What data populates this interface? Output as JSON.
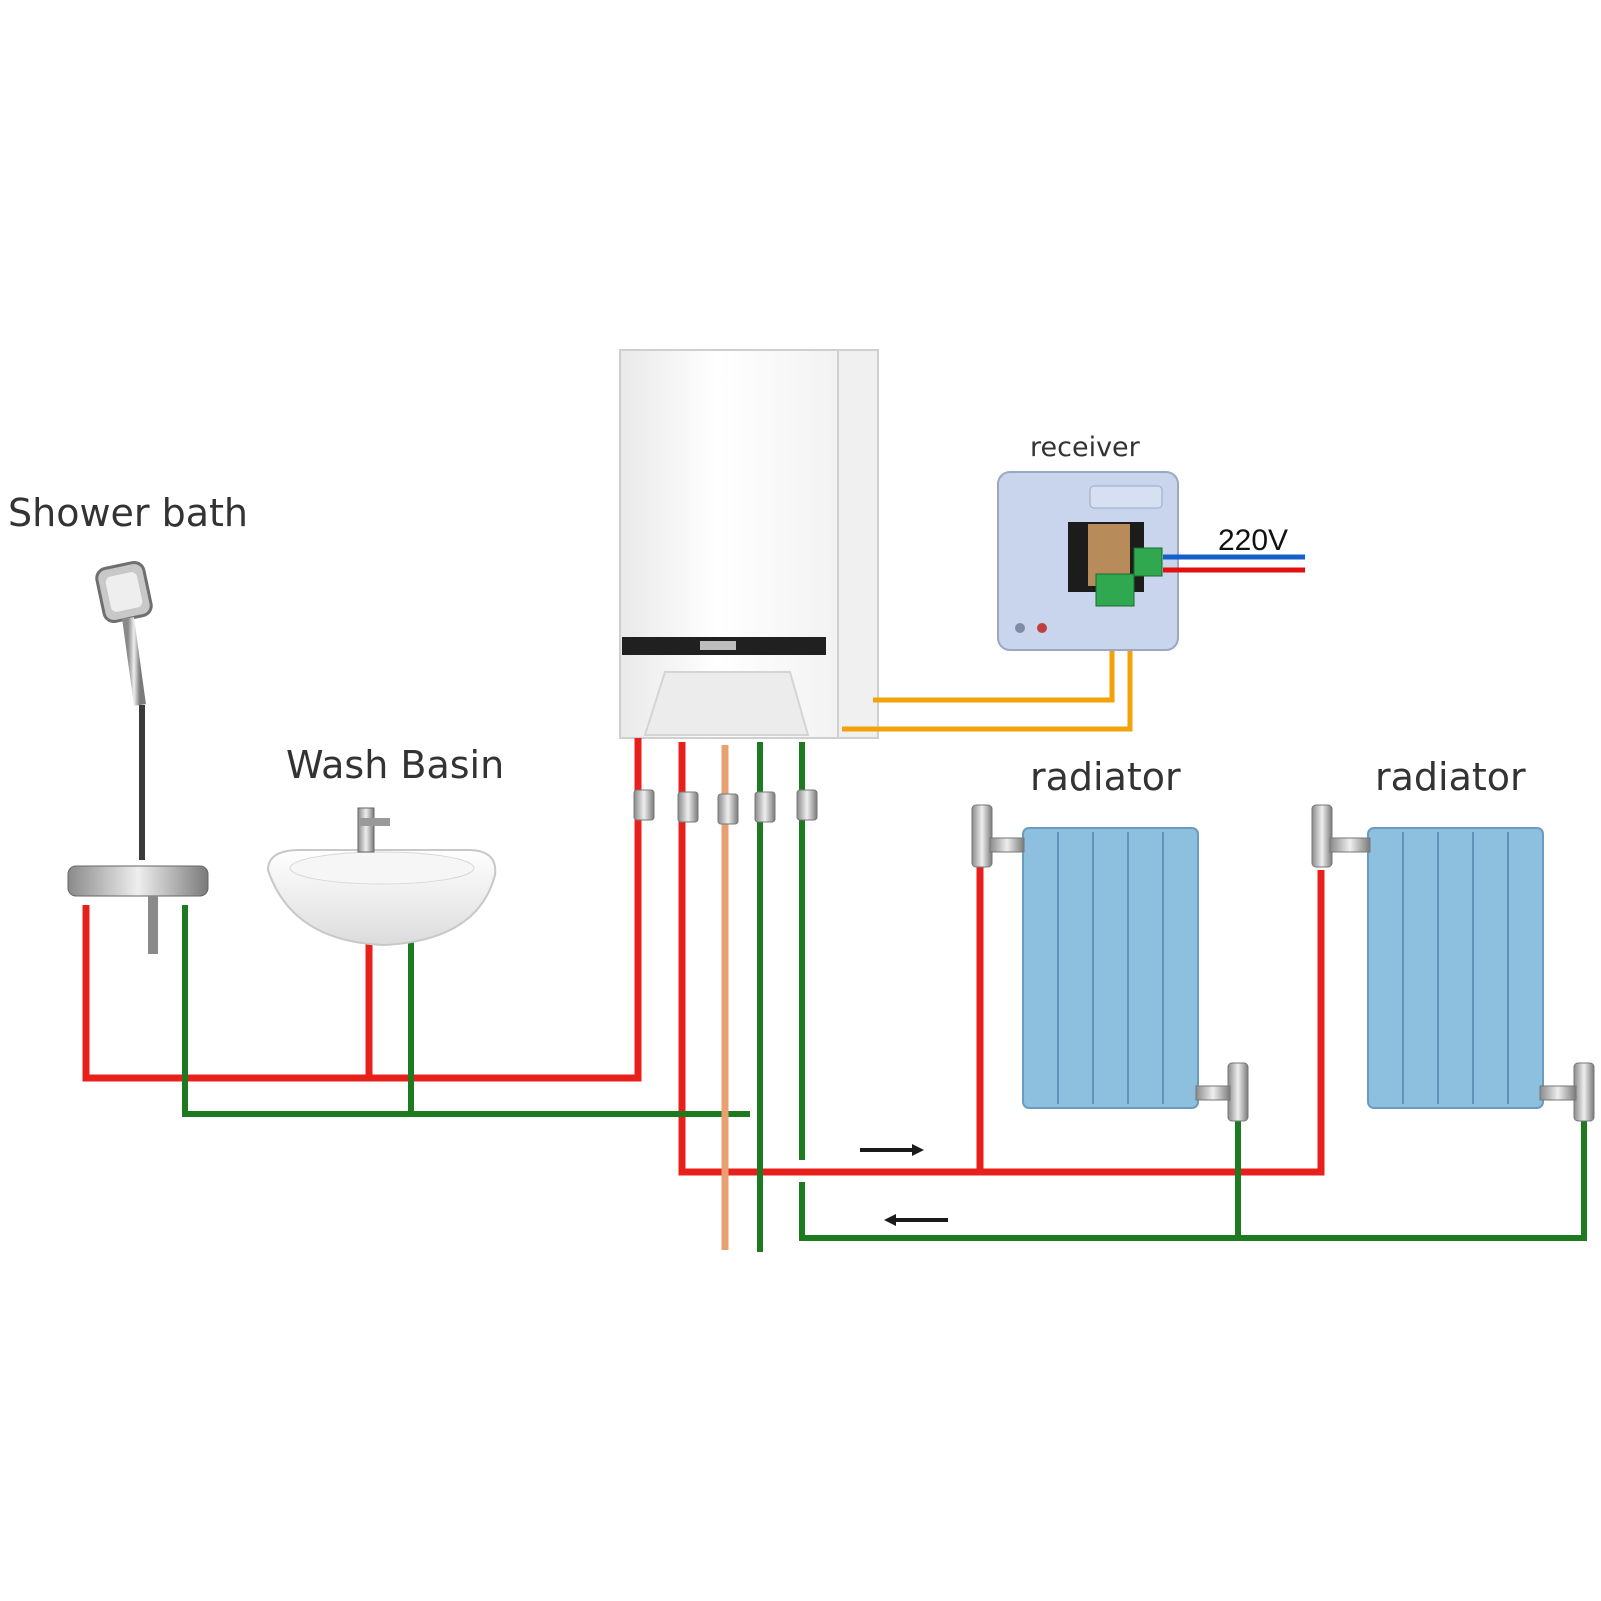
{
  "labels": {
    "shower": "Shower bath",
    "basin": "Wash Basin",
    "receiver": "receiver",
    "voltage": "220V",
    "radiator_1": "radiator",
    "radiator_2": "radiator"
  },
  "colors": {
    "hot_pipe": "#e8201c",
    "cold_pipe": "#1e7a1e",
    "gas_pipe": "#e8a070",
    "control_wire": "#f2a20a",
    "live_wire": "#e01010",
    "neutral_wire": "#1560c8",
    "radiator_body": "#8dbfde",
    "receiver_body": "#c9d5ec",
    "terminal_green": "#2fa84f"
  },
  "icons": {
    "boiler": "boiler-unit-icon",
    "shower": "shower-mixer-icon",
    "basin": "wash-basin-icon",
    "receiver": "receiver-module-icon",
    "radiator": "radiator-icon",
    "flow_arrow": "flow-arrow-icon"
  }
}
